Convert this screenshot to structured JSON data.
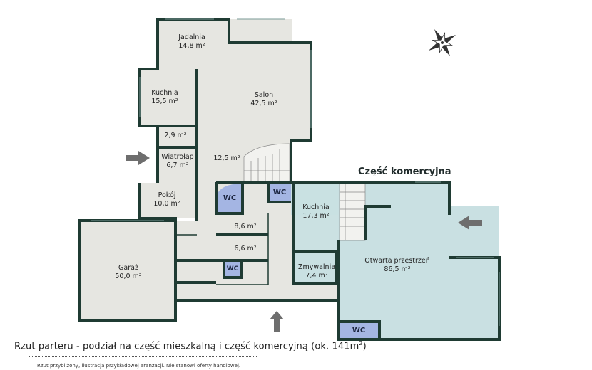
{
  "rooms": {
    "jadalnia": {
      "name": "Jadalnia",
      "area": "14,8 m²"
    },
    "kuchnia": {
      "name": "Kuchnia",
      "area": "15,5 m²"
    },
    "salon": {
      "name": "Salon",
      "area": "42,5 m²"
    },
    "small": {
      "area": "2,9 m²"
    },
    "wiatrolap": {
      "name": "Wiatrołap",
      "area": "6,7 m²"
    },
    "hall": {
      "area": "12,5 m²"
    },
    "pokoj": {
      "name": "Pokój",
      "area": "10,0 m²"
    },
    "r86": {
      "area": "8,6 m²"
    },
    "r66": {
      "area": "6,6 m²"
    },
    "garaz": {
      "name": "Garaż",
      "area": "50,0 m²"
    },
    "kuchnia2": {
      "name": "Kuchnia",
      "area": "17,3 m²"
    },
    "zmywalnia": {
      "name": "Zmywalnia",
      "area": "7,4 m²"
    },
    "otwarta": {
      "name": "Otwarta przestrzeń",
      "area": "86,5 m²"
    }
  },
  "wc_label": "WC",
  "commercial_heading": "Część komercyjna",
  "caption": {
    "text": "Rzut parteru - podział na część mieszkalną i część komercyjną (ok. 141m",
    "sup": "2",
    "close": ")"
  },
  "disclaimer": "Rzut przybliżony, ilustracja przykładowej aranżacji. Nie stanowi oferty handlowej.",
  "colors": {
    "wall": "#1f3b33",
    "floor": "#e6e6e1",
    "commercial": "#c9e0e2",
    "wc": "#a4b5e3",
    "arrow": "#6e6e6e"
  },
  "compass": {
    "icon": "compass-rose-icon"
  }
}
